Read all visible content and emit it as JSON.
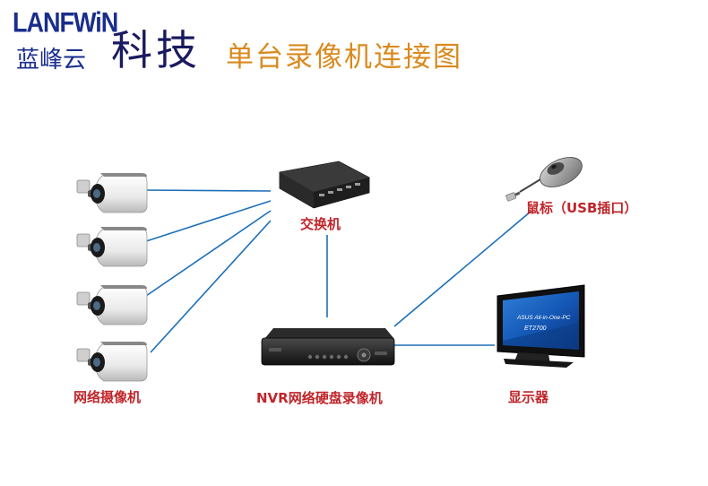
{
  "header": {
    "brand_en": "LANFWiN",
    "brand_cn": "蓝峰云",
    "brand_tech": "科技",
    "title": "单台录像机连接图"
  },
  "nodes": {
    "cameras": "网络摄像机",
    "switch": "交换机",
    "nvr": "NVR网络硬盘录像机",
    "mouse": "鼠标（USB插口）",
    "monitor": "显示器"
  },
  "device_text": {
    "monitor_brand": "ASUS All-in-One-PC",
    "monitor_model": "ET2700"
  },
  "colors": {
    "brand": "#1a2d8c",
    "title": "#d98a1e",
    "label": "#c0252a",
    "link": "#1d6fb8"
  }
}
